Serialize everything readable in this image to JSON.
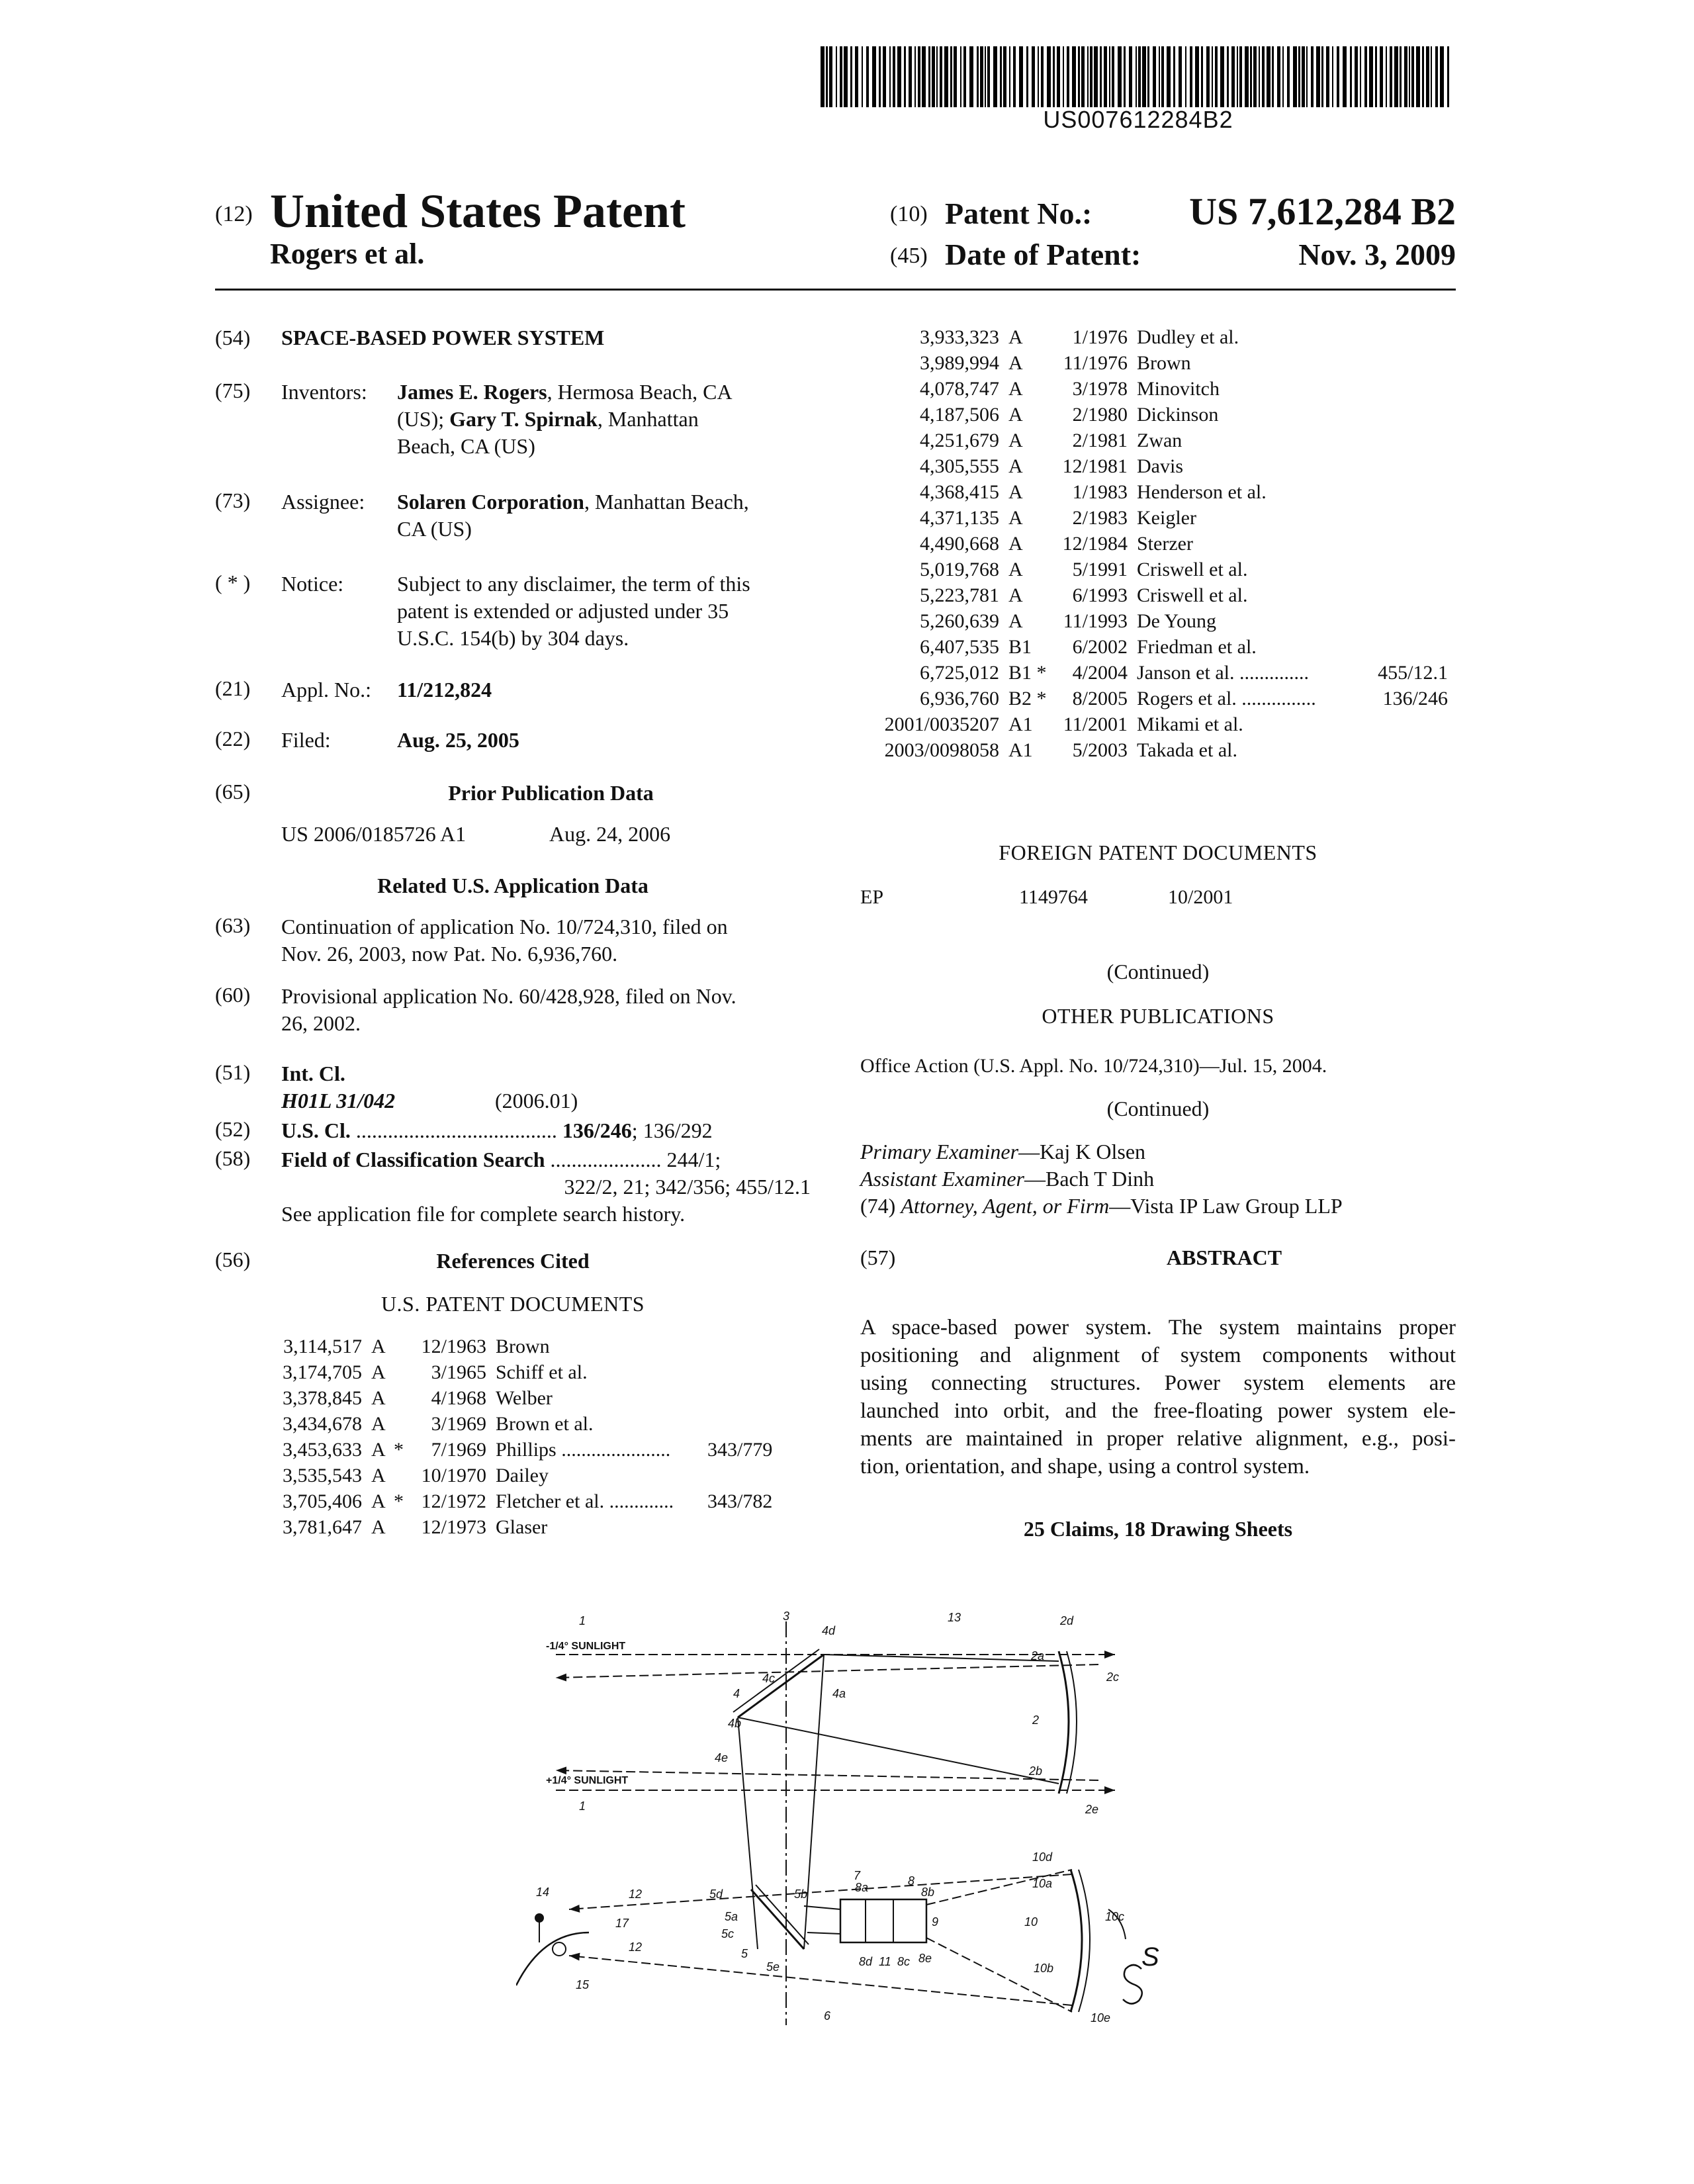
{
  "header": {
    "barcode_number": "US007612284B2",
    "doc_code_12": "(12)",
    "doc_type": "United States Patent",
    "authors": "Rogers et al.",
    "patent_no_code": "(10)",
    "patent_no_label": "Patent No.:",
    "patent_no_value": "US 7,612,284 B2",
    "date_code": "(45)",
    "date_label": "Date of Patent:",
    "date_value": "Nov. 3, 2009"
  },
  "left": {
    "title_code": "(54)",
    "title": "SPACE-BASED POWER SYSTEM",
    "inventors_code": "(75)",
    "inventors_label": "Inventors:",
    "inventors_lines": [
      {
        "bold": "James E. Rogers",
        "rest": ", Hermosa Beach, CA"
      },
      {
        "bold": "",
        "rest": "(US); "
      },
      {
        "bold": "",
        "rest": "Beach, CA (US)"
      }
    ],
    "inventor2_bold": "Gary T. Spirnak",
    "inventor2_rest": ", Manhattan",
    "assignee_code": "(73)",
    "assignee_label": "Assignee:",
    "assignee_bold": "Solaren Corporation",
    "assignee_rest": ", Manhattan Beach,",
    "assignee_line2": "CA (US)",
    "notice_code": "( * )",
    "notice_label": "Notice:",
    "notice_lines": [
      "Subject to any disclaimer, the term of this",
      "patent is extended or adjusted under 35",
      "U.S.C. 154(b) by 304 days."
    ],
    "appl_code": "(21)",
    "appl_label": "Appl. No.:",
    "appl_value": "11/212,824",
    "filed_code": "(22)",
    "filed_label": "Filed:",
    "filed_value": "Aug. 25, 2005",
    "prior_code": "(65)",
    "prior_heading": "Prior Publication Data",
    "prior_pub_no": "US 2006/0185726 A1",
    "prior_pub_date": "Aug. 24, 2006",
    "related_heading": "Related U.S. Application Data",
    "cont_code": "(63)",
    "cont_lines": [
      "Continuation of application No. 10/724,310, filed on",
      "Nov. 26, 2003, now Pat. No. 6,936,760."
    ],
    "prov_code": "(60)",
    "prov_lines": [
      "Provisional application No. 60/428,928, filed on Nov.",
      "26, 2002."
    ],
    "intcl_code": "(51)",
    "intcl_label": "Int. Cl.",
    "intcl_class": "H01L 31/042",
    "intcl_year": "(2006.01)",
    "uscl_code": "(52)",
    "uscl_label": "U.S. Cl.",
    "uscl_dots": "......................................",
    "uscl_bold": "136/246",
    "uscl_rest": "; 136/292",
    "field_code": "(58)",
    "field_label": "Field of Classification Search",
    "field_dots": ".....................",
    "field_line1_end": "244/1;",
    "field_line2": "322/2, 21; 342/356; 455/12.1",
    "field_line3": "See application file for complete search history.",
    "refs_code": "(56)",
    "refs_heading": "References Cited",
    "us_docs_heading": "U.S. PATENT DOCUMENTS",
    "us_refs": [
      {
        "no": "3,114,517",
        "kind": "A",
        "star": "",
        "date": "12/1963",
        "name": "Brown",
        "cls": ""
      },
      {
        "no": "3,174,705",
        "kind": "A",
        "star": "",
        "date": "3/1965",
        "name": "Schiff et al.",
        "cls": ""
      },
      {
        "no": "3,378,845",
        "kind": "A",
        "star": "",
        "date": "4/1968",
        "name": "Welber",
        "cls": ""
      },
      {
        "no": "3,434,678",
        "kind": "A",
        "star": "",
        "date": "3/1969",
        "name": "Brown et al.",
        "cls": ""
      },
      {
        "no": "3,453,633",
        "kind": "A",
        "star": "*",
        "date": "7/1969",
        "name": "Phillips ......................",
        "cls": "343/779"
      },
      {
        "no": "3,535,543",
        "kind": "A",
        "star": "",
        "date": "10/1970",
        "name": "Dailey",
        "cls": ""
      },
      {
        "no": "3,705,406",
        "kind": "A",
        "star": "*",
        "date": "12/1972",
        "name": "Fletcher et al. .............",
        "cls": "343/782"
      },
      {
        "no": "3,781,647",
        "kind": "A",
        "star": "",
        "date": "12/1973",
        "name": "Glaser",
        "cls": ""
      }
    ]
  },
  "right": {
    "us_refs_cont": [
      {
        "no": "3,933,323",
        "kind": "A",
        "date": "1/1976",
        "name": "Dudley et al.",
        "cls": ""
      },
      {
        "no": "3,989,994",
        "kind": "A",
        "date": "11/1976",
        "name": "Brown",
        "cls": ""
      },
      {
        "no": "4,078,747",
        "kind": "A",
        "date": "3/1978",
        "name": "Minovitch",
        "cls": ""
      },
      {
        "no": "4,187,506",
        "kind": "A",
        "date": "2/1980",
        "name": "Dickinson",
        "cls": ""
      },
      {
        "no": "4,251,679",
        "kind": "A",
        "date": "2/1981",
        "name": "Zwan",
        "cls": ""
      },
      {
        "no": "4,305,555",
        "kind": "A",
        "date": "12/1981",
        "name": "Davis",
        "cls": ""
      },
      {
        "no": "4,368,415",
        "kind": "A",
        "date": "1/1983",
        "name": "Henderson et al.",
        "cls": ""
      },
      {
        "no": "4,371,135",
        "kind": "A",
        "date": "2/1983",
        "name": "Keigler",
        "cls": ""
      },
      {
        "no": "4,490,668",
        "kind": "A",
        "date": "12/1984",
        "name": "Sterzer",
        "cls": ""
      },
      {
        "no": "5,019,768",
        "kind": "A",
        "date": "5/1991",
        "name": "Criswell et al.",
        "cls": ""
      },
      {
        "no": "5,223,781",
        "kind": "A",
        "date": "6/1993",
        "name": "Criswell et al.",
        "cls": ""
      },
      {
        "no": "5,260,639",
        "kind": "A",
        "date": "11/1993",
        "name": "De Young",
        "cls": ""
      },
      {
        "no": "6,407,535",
        "kind": "B1",
        "date": "6/2002",
        "name": "Friedman et al.",
        "cls": ""
      },
      {
        "no": "6,725,012",
        "kind": "B1 *",
        "date": "4/2004",
        "name": "Janson et al. ..............",
        "cls": "455/12.1"
      },
      {
        "no": "6,936,760",
        "kind": "B2 *",
        "date": "8/2005",
        "name": "Rogers et al. ...............",
        "cls": "136/246"
      },
      {
        "no": "2001/0035207",
        "kind": "A1",
        "date": "11/2001",
        "name": "Mikami et al.",
        "cls": ""
      },
      {
        "no": "2003/0098058",
        "kind": "A1",
        "date": "5/2003",
        "name": "Takada et al.",
        "cls": ""
      }
    ],
    "foreign_heading": "FOREIGN PATENT DOCUMENTS",
    "foreign": {
      "country": "EP",
      "no": "1149764",
      "date": "10/2001"
    },
    "continued_1": "(Continued)",
    "other_pubs_heading": "OTHER PUBLICATIONS",
    "other_pub": "Office Action (U.S. Appl. No. 10/724,310)—Jul. 15, 2004.",
    "continued_2": "(Continued)",
    "primary_label": "Primary Examiner",
    "primary_value": "—Kaj K Olsen",
    "assistant_label": "Assistant Examiner",
    "assistant_value": "—Bach T Dinh",
    "attorney_code": "(74)",
    "attorney_label": "Attorney, Agent, or Firm",
    "attorney_value": "—Vista IP Law Group LLP",
    "abstract_code": "(57)",
    "abstract_heading": "ABSTRACT",
    "abstract_lines": [
      "A space-based power system. The system maintains proper",
      "positioning and alignment of system components without",
      "using connecting structures. Power system elements are",
      "launched into orbit, and the free-floating power system ele-",
      "ments are maintained in proper relative alignment, e.g., posi-",
      "tion, orientation, and shape, using a control system."
    ],
    "claims": "25 Claims, 18 Drawing Sheets"
  },
  "figure": {
    "sunlight_minus": "-1/4° SUNLIGHT",
    "sunlight_plus": "+1/4° SUNLIGHT",
    "labels": [
      "1",
      "1",
      "2",
      "2a",
      "2b",
      "2c",
      "2d",
      "2e",
      "3",
      "4",
      "4a",
      "4b",
      "4c",
      "4d",
      "4e",
      "5",
      "5a",
      "5b",
      "5c",
      "5d",
      "5e",
      "6",
      "7",
      "8",
      "8a",
      "8b",
      "8c",
      "8d",
      "8e",
      "9",
      "10",
      "10a",
      "10b",
      "10c",
      "10d",
      "10e",
      "11",
      "12",
      "12",
      "13",
      "14",
      "15",
      "17",
      "S"
    ]
  }
}
